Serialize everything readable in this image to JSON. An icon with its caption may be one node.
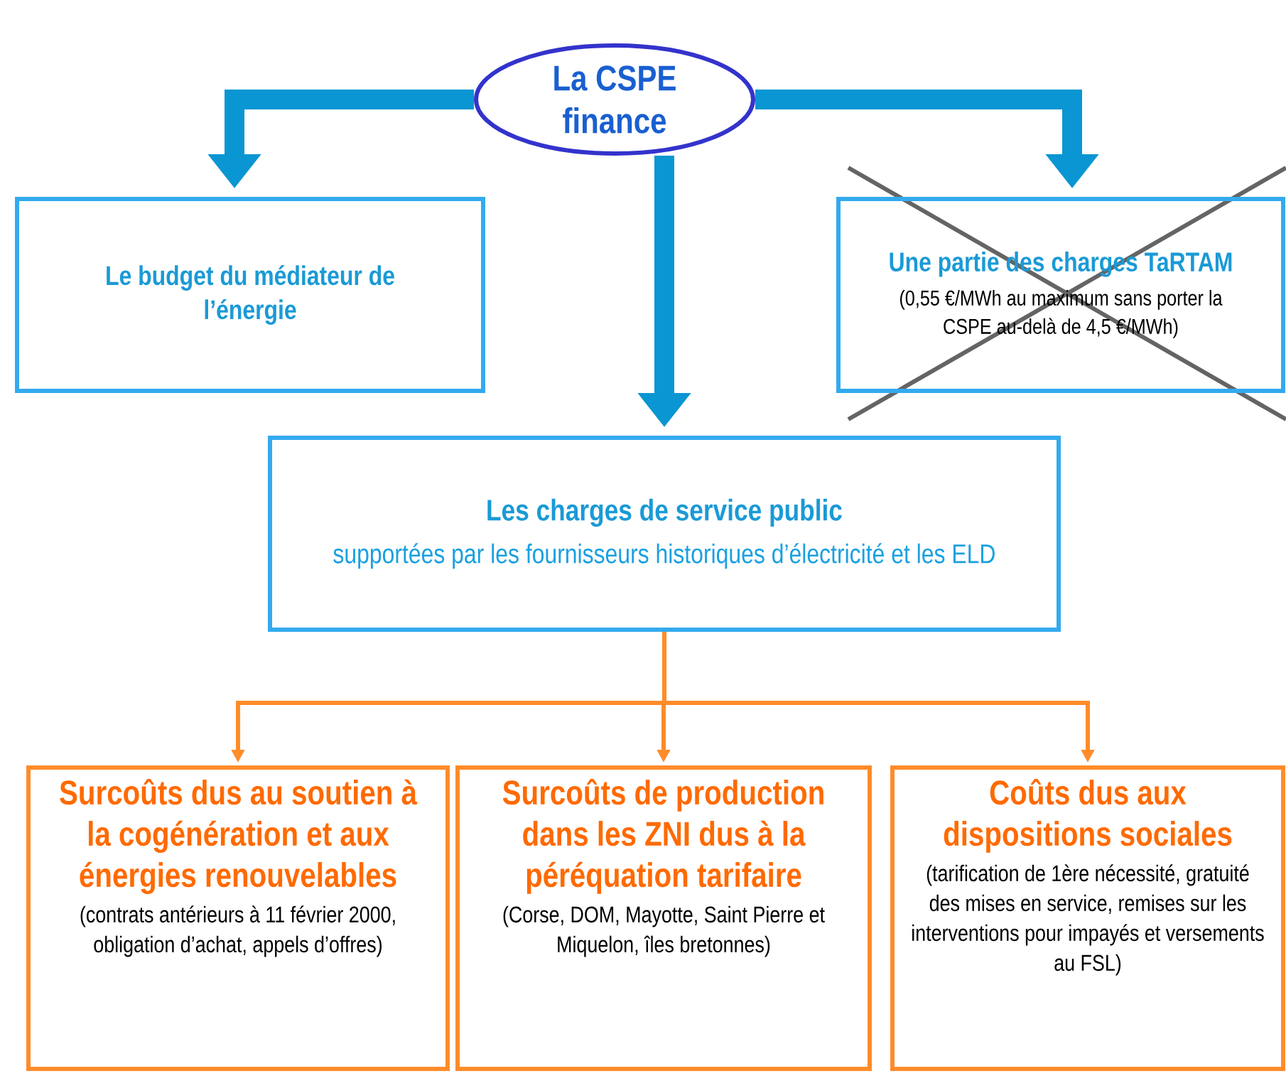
{
  "diagram": {
    "nodes": [
      {
        "text": [
          "La CSPE finance"
        ]
      },
      {
        "text": [
          "Le budget du médiateur de l’énergie"
        ]
      },
      {
        "text": [
          "Une partie des charges TaRTAM",
          "(0,55 €/MWh au maximum sans porter la CSPE au-delà de 4,5 €/MWh)"
        ]
      },
      {
        "text": [
          "Les charges de service public",
          "supportées par les fournisseurs historiques d’électricité et les ELD"
        ]
      },
      {
        "text": [
          "Surcoûts dus au soutien à la cogénération et aux énergies renouvelables",
          "(contrats antérieurs à 11 février 2000, obligation d’achat, appels d’offres)"
        ]
      },
      {
        "text": [
          "Surcoûts de production dans les ZNI dus à la péréquation tarifaire",
          "(Corse, DOM, Mayotte, Saint Pierre et Miquelon, îles bretonnes)"
        ]
      },
      {
        "text": [
          "Coûts dus aux dispositions sociales",
          "(tarification de 1ère nécessité, gratuité des mises en service, remises sur les interventions pour impayés et versements au FSL)"
        ]
      }
    ],
    "edges": [
      {
        "from": 0,
        "to": 1,
        "arrow": "to",
        "style": "thick",
        "color": "#0a96d2"
      },
      {
        "from": 0,
        "to": 3,
        "arrow": "to",
        "style": "thick",
        "color": "#0a96d2"
      },
      {
        "from": 0,
        "to": 2,
        "arrow": "to",
        "style": "thick",
        "color": "#0a96d2"
      },
      {
        "from": 3,
        "to": 4,
        "arrow": "to",
        "color": "#ff8c2a"
      },
      {
        "from": 3,
        "to": 5,
        "arrow": "to",
        "color": "#ff8c2a"
      },
      {
        "from": 3,
        "to": 6,
        "arrow": "to",
        "color": "#ff8c2a"
      }
    ]
  }
}
